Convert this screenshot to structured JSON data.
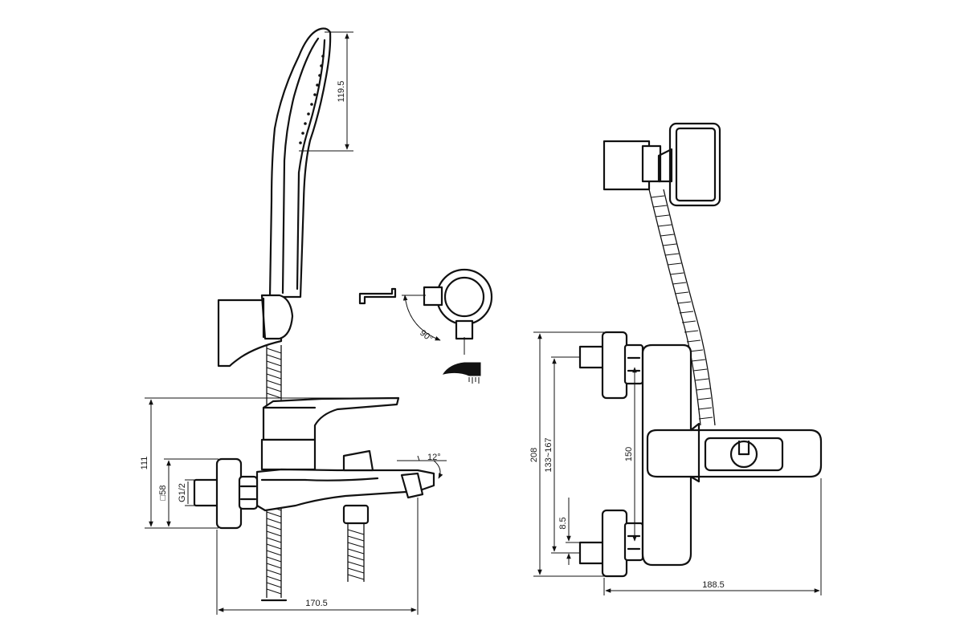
{
  "dimensions": {
    "handshower_length": "119.5",
    "height_total": "111",
    "square_size": "□58",
    "thread": "G1/2",
    "angle_spout": "12°",
    "angle_rotation": "90°",
    "width_side": "170.5",
    "height_front": "208",
    "connection_range": "133~167",
    "center_distance": "150",
    "offset": "8.5",
    "width_front": "188.5"
  }
}
